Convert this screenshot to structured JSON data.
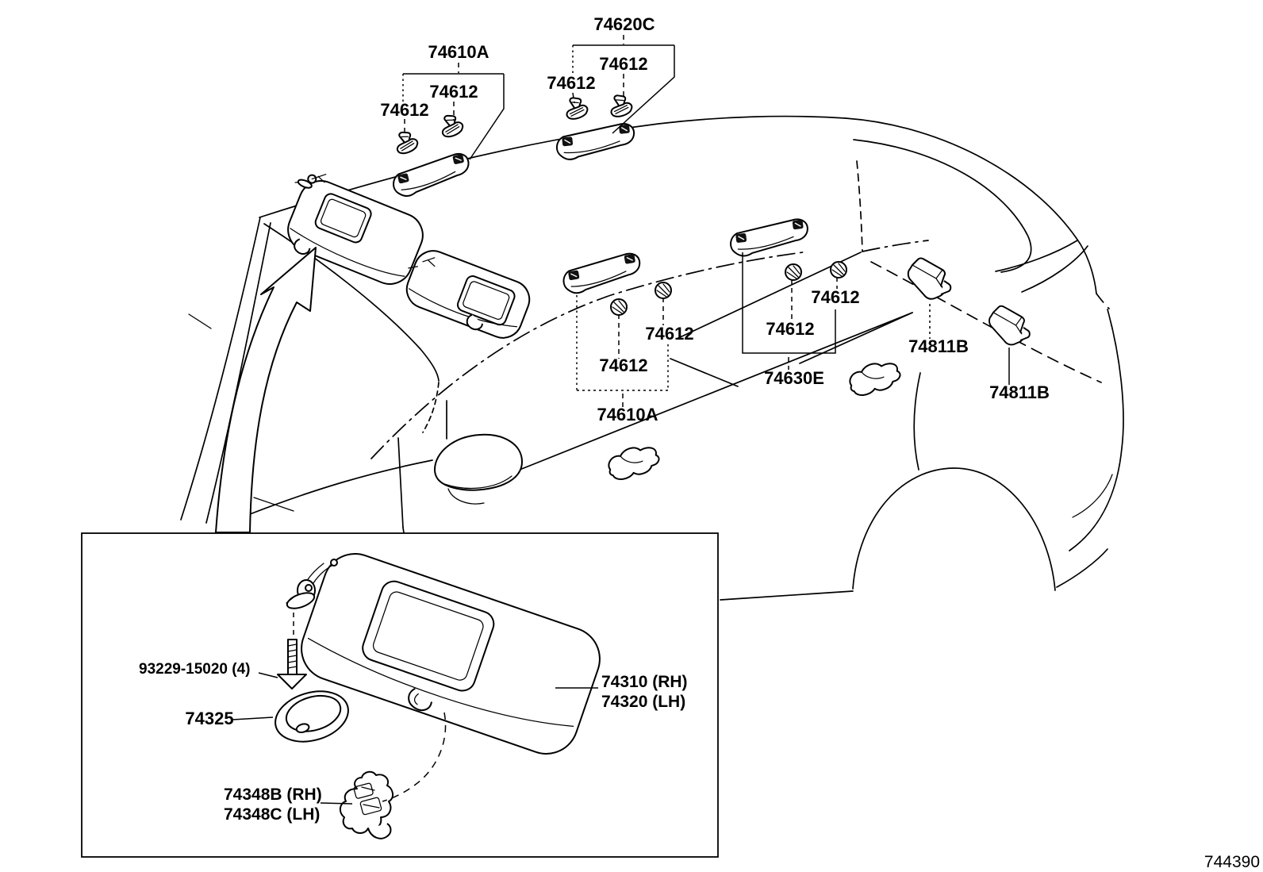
{
  "figure": {
    "number": "744390"
  },
  "colors": {
    "ink": "#000000",
    "paper": "#ffffff"
  },
  "labels": [
    {
      "id": "rear-center-grip",
      "text": "74620C"
    },
    {
      "id": "clip-a",
      "text": "74612"
    },
    {
      "id": "clip-b",
      "text": "74612"
    },
    {
      "id": "front-grip",
      "text": "74610A"
    },
    {
      "id": "clip-c",
      "text": "74612"
    },
    {
      "id": "clip-d",
      "text": "74612"
    },
    {
      "id": "clip-e",
      "text": "74612"
    },
    {
      "id": "clip-f",
      "text": "74612"
    },
    {
      "id": "mid-grip",
      "text": "74610A"
    },
    {
      "id": "clip-g",
      "text": "74612"
    },
    {
      "id": "clip-h",
      "text": "74612"
    },
    {
      "id": "rear-grip",
      "text": "74630E"
    },
    {
      "id": "coat-hook-1",
      "text": "74811B"
    },
    {
      "id": "coat-hook-2",
      "text": "74811B"
    },
    {
      "id": "visor-screw",
      "text": "93229-15020 (4)"
    },
    {
      "id": "visor-cap",
      "text": "74325"
    },
    {
      "id": "visor-rh",
      "text": "74310 (RH)"
    },
    {
      "id": "visor-lh",
      "text": "74320 (LH)"
    },
    {
      "id": "visor-holder-rh",
      "text": "74348B (RH)"
    },
    {
      "id": "visor-holder-lh",
      "text": "74348C (LH)"
    }
  ]
}
